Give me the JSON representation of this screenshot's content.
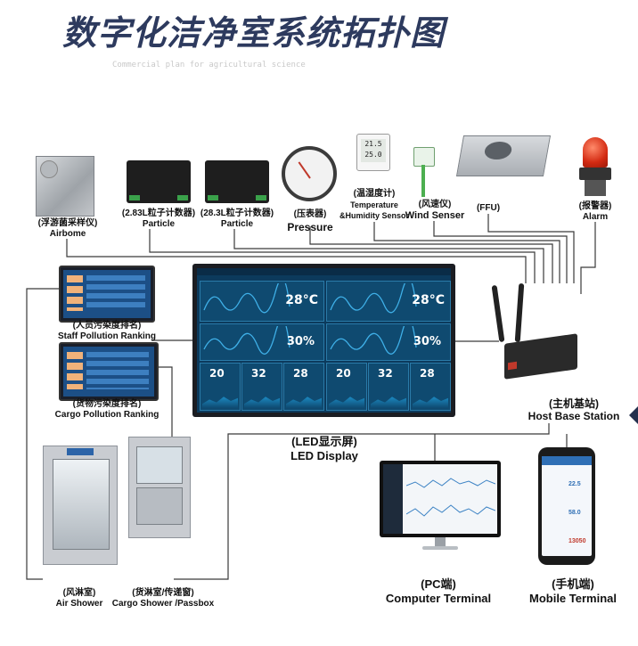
{
  "title": "数字化洁净室系统拓扑图",
  "subtitle": "Commercial plan for agricultural science",
  "devices": {
    "airborne": {
      "cn": "(浮游菌采样仪)",
      "en": "Airbome"
    },
    "particle_283": {
      "cn": "(2.83L粒子计数器)",
      "en": "Particle"
    },
    "particle_283b": {
      "cn": "(28.3L粒子计数器)",
      "en": "Particle"
    },
    "pressure": {
      "cn": "(压表器)",
      "en": "Pressure"
    },
    "temp_humidity": {
      "cn": "(温湿度计)",
      "en": "Temperature",
      "en2": "&Humidity Sensor",
      "reading1": "21.5",
      "reading2": "25.0"
    },
    "wind": {
      "cn": "(风速仪)",
      "en": "Wind Senser"
    },
    "ffu": {
      "cn": "(FFU)"
    },
    "alarm": {
      "cn": "(报警器)",
      "en": "Alarm"
    },
    "staff_ranking": {
      "cn": "(人员污染度排名)",
      "en": "Staff Pollution Ranking"
    },
    "cargo_ranking": {
      "cn": "(货物污染度排名)",
      "en": "Cargo Pollution Ranking"
    },
    "led": {
      "cn": "(LED显示屏)",
      "en": "LED Display"
    },
    "base_station": {
      "cn": "(主机基站)",
      "en": "Host Base Station"
    },
    "air_shower": {
      "cn": "(风淋室)",
      "en": "Air Shower"
    },
    "cargo_shower": {
      "cn": "(货淋室/传递窗)",
      "en": "Cargo Shower /Passbox"
    },
    "pc": {
      "cn": "(PC端)",
      "en": "Computer Terminal"
    },
    "mobile": {
      "cn": "(手机端)",
      "en": "Mobile Terminal"
    }
  },
  "led_screen": {
    "temp1": "28°C",
    "temp2": "28°C",
    "hum1": "30%",
    "hum2": "30%",
    "counts": [
      "20",
      "32",
      "28",
      "20",
      "32",
      "28"
    ]
  },
  "phone_screen": {
    "values": [
      "22.5",
      "58.0",
      "13050"
    ]
  },
  "colors": {
    "title": "#2d3a5e",
    "wire": "#3a3a3a",
    "led_bg": "#0c3a5c",
    "accent": "#c0392b"
  }
}
